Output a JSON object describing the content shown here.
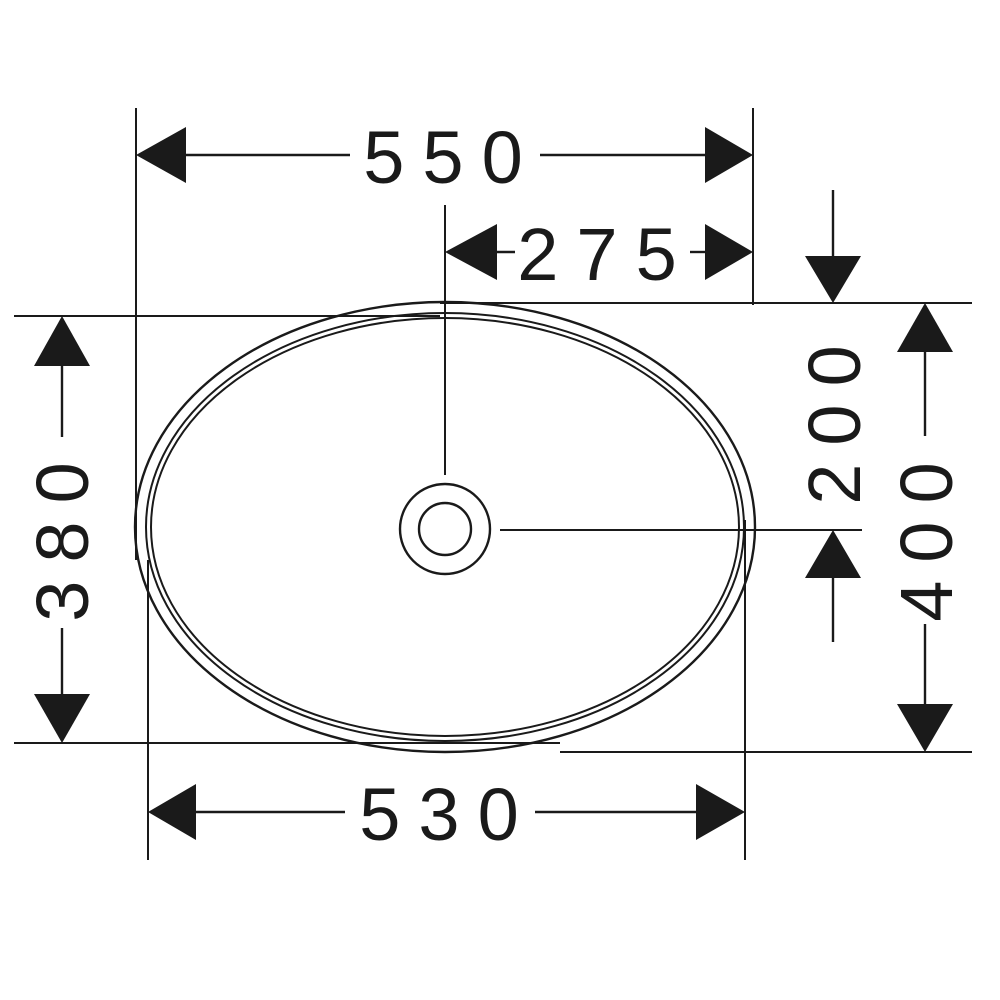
{
  "dimensions": {
    "outer_width": "550",
    "drain_offset_x": "275",
    "inner_width": "530",
    "inner_depth": "380",
    "drain_offset_y": "200",
    "outer_depth": "400"
  }
}
